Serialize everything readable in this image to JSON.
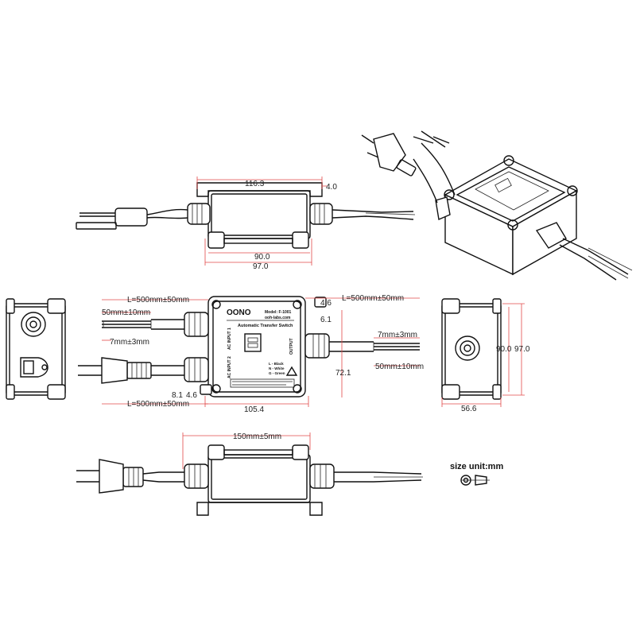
{
  "dimensions": {
    "top_width": "116.3",
    "top_flange": "4.0",
    "top_inner": "90.0",
    "top_outer": "97.0",
    "cable_left_top": "L=500mm±50mm",
    "strip_left": "50mm±10mm",
    "wire_left": "7mm±3mm",
    "cable_right": "L=500mm±50mm",
    "flange_4_6": "4.6",
    "flange_6_1": "6.1",
    "wire_right": "7mm±3mm",
    "height_72_1": "72.1",
    "strip_right": "50mm±10mm",
    "offset_8_1": "8.1",
    "offset_4_6": "4.6",
    "cable_left_bottom": "L=500mm±50mm",
    "width_105_4": "105.4",
    "side_90": "90.0",
    "side_97": "97.0",
    "side_depth": "56.6",
    "cord_length": "150mm±5mm"
  },
  "label": {
    "brand": "OONO",
    "model": "Model: F-1001",
    "website": "ooh-labs.com",
    "product": "Automatic Transfer Switch",
    "ac_input_1": "AC INPUT 1",
    "ac_input_2": "AC INPUT 2",
    "output": "OUTPUT",
    "legend_l": "L - Black",
    "legend_n": "N - White",
    "legend_g": "G - Green"
  },
  "units_note": "size unit:mm",
  "icons": [
    "projection-symbol-icon",
    "warning-icon",
    "plug-icon"
  ]
}
